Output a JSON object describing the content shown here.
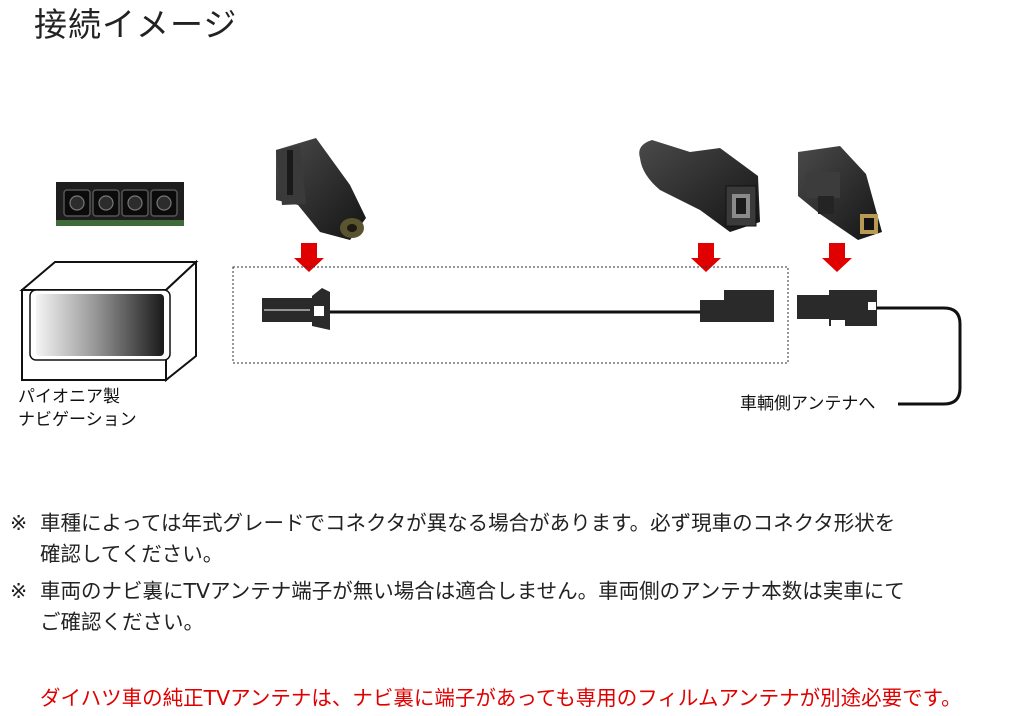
{
  "title": "接続イメージ",
  "labels": {
    "navi": [
      "パイオニア製",
      "ナビゲーション"
    ],
    "antenna": "車輌側アンテナへ"
  },
  "notes": [
    {
      "mark": "※",
      "lines": [
        "車種によっては年式グレードでコネクタが異なる場合があります。必ず現車のコネクタ形状を",
        "確認してください。"
      ]
    },
    {
      "mark": "※",
      "lines": [
        "車両のナビ裏にTVアンテナ端子が無い場合は適合しません。車両側のアンテナ本数は実車にて",
        "ご確認ください。"
      ]
    }
  ],
  "warning": "ダイハツ車の純正TVアンテナは、ナビ裏に端子があっても専用のフィルムアンテナが別途必要です。",
  "colors": {
    "arrow": "#e00000",
    "warning": "#e00000",
    "connector": "#2a2a2a"
  }
}
